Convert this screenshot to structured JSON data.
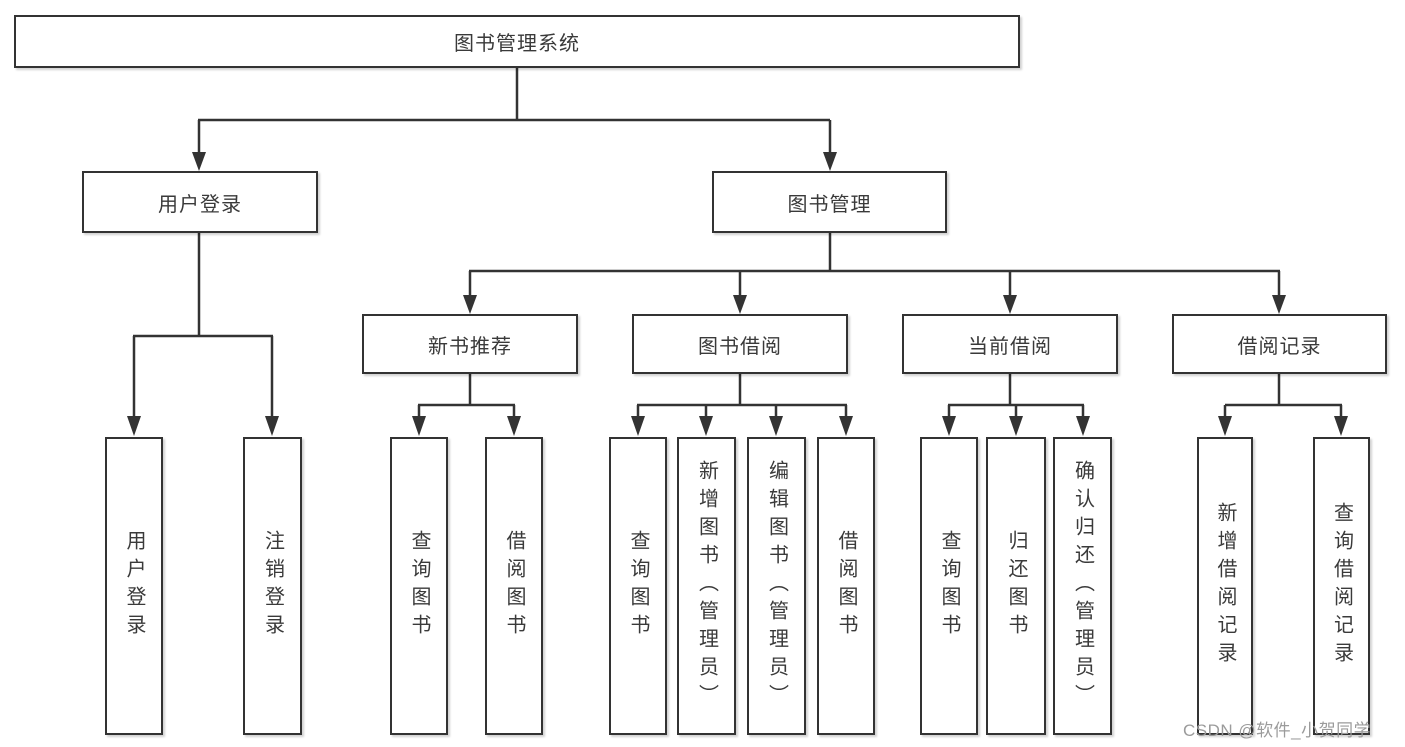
{
  "title": "图书管理系统",
  "watermark": "CSDN @软件_小贺同学",
  "colors": {
    "line": "#333333",
    "text": "#3a3a3a",
    "watermark": "#9b9b9b",
    "background": "#ffffff"
  },
  "tree": {
    "root": {
      "label": "图书管理系统"
    },
    "branches": [
      {
        "label": "用户登录",
        "children": [
          {
            "label": "用户登录"
          },
          {
            "label": "注销登录"
          }
        ]
      },
      {
        "label": "图书管理",
        "children": [
          {
            "label": "新书推荐",
            "children": [
              {
                "label": "查询图书"
              },
              {
                "label": "借阅图书"
              }
            ]
          },
          {
            "label": "图书借阅",
            "children": [
              {
                "label": "查询图书"
              },
              {
                "label": "新增图书（管理员）"
              },
              {
                "label": "编辑图书（管理员）"
              },
              {
                "label": "借阅图书"
              }
            ]
          },
          {
            "label": "当前借阅",
            "children": [
              {
                "label": "查询图书"
              },
              {
                "label": "归还图书"
              },
              {
                "label": "确认归还（管理员）"
              }
            ]
          },
          {
            "label": "借阅记录",
            "children": [
              {
                "label": "新增借阅记录"
              },
              {
                "label": "查询借阅记录"
              }
            ]
          }
        ]
      }
    ]
  }
}
